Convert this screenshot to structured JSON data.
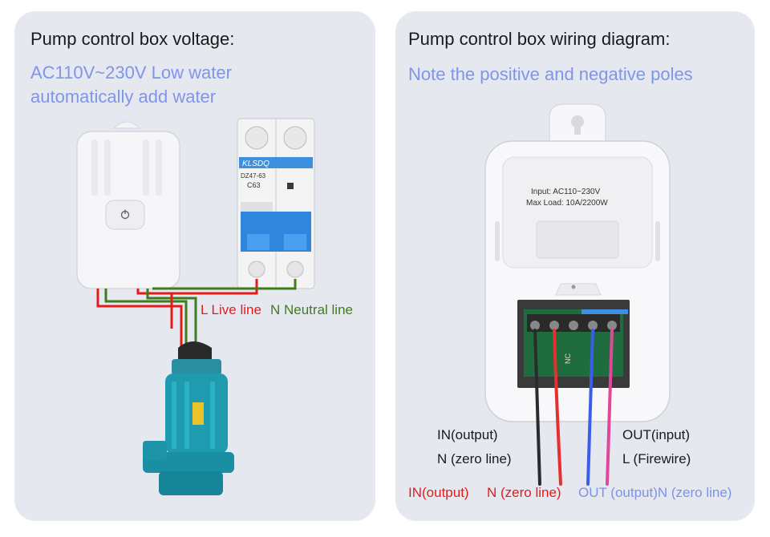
{
  "left": {
    "heading": "Pump control box voltage:",
    "subtitle_line1": "AC110V~230V Low water",
    "subtitle_line2": "automatically add water",
    "live_label": "L Live line",
    "neutral_label": "N Neutral line",
    "breaker": {
      "brand": "KLSDQ",
      "model": "DZ47-63",
      "rating": "C63"
    }
  },
  "right": {
    "heading": "Pump control box wiring diagram:",
    "subtitle": "Note the positive and negative poles",
    "device_label_line1": "Input: AC110~230V",
    "device_label_line2": "Max Load: 10A/2200W",
    "left_caption_line1": "IN(output)",
    "left_caption_line2": "N (zero line)",
    "right_caption_line1": "OUT(input)",
    "right_caption_line2": "L (Firewire)",
    "bottom_in": "IN(output)",
    "bottom_n": "N (zero line)",
    "bottom_out": "OUT (output)N (zero line)"
  },
  "colors": {
    "panel": "#e6e8f0",
    "accent_text": "#7e95ea",
    "live_wire": "#e31b1b",
    "neutral_wire": "#3e7d1c",
    "breaker_blue": "#3d8fe0",
    "pump_teal": "#1f9bb0",
    "wire_blue": "#3a5ee8",
    "wire_pink": "#e0479a"
  },
  "icons": [
    "power-icon"
  ]
}
